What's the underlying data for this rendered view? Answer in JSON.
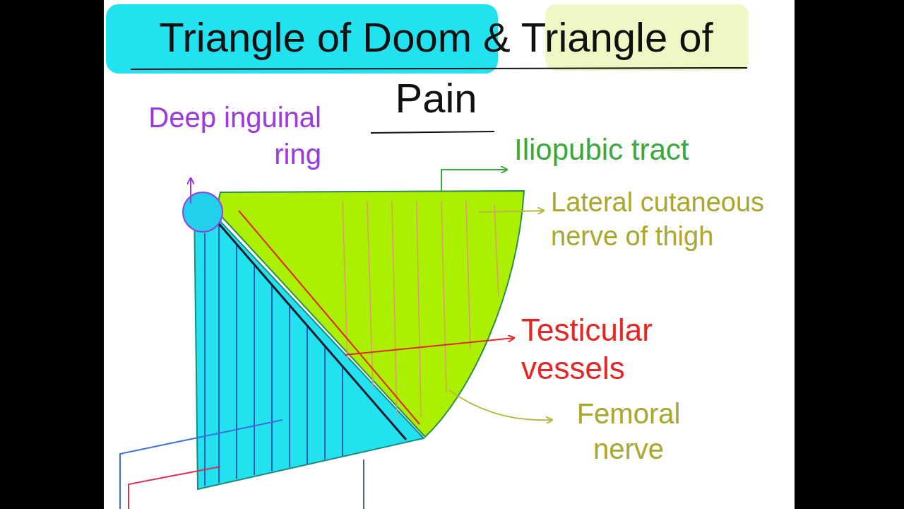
{
  "diagram": {
    "title": "Triangle of Doom & Triangle of Pain",
    "labels": [
      "Deep inguinal ring",
      "Iliopubic tract",
      "Lateral cutaneous nerve of thigh",
      "Testicular vessels",
      "Femoral nerve"
    ]
  }
}
